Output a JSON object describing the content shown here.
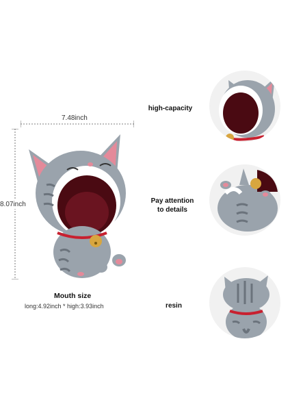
{
  "dimensions": {
    "width_label": "7.48inch",
    "height_label": "8.07inch"
  },
  "mouth": {
    "title": "Mouth size",
    "detail": "long:4.92inch * high:3.93inch"
  },
  "features": [
    {
      "label": "high-capacity"
    },
    {
      "label_line1": "Pay attention",
      "label_line2": "to details"
    },
    {
      "label": "resin"
    }
  ],
  "colors": {
    "body_gray": "#9aa3ac",
    "stripe": "#6b737c",
    "mouth_dark": "#4a0a12",
    "ear_pink": "#e48a9a",
    "collar_red": "#c8202f",
    "bell_gold": "#d8a640"
  }
}
